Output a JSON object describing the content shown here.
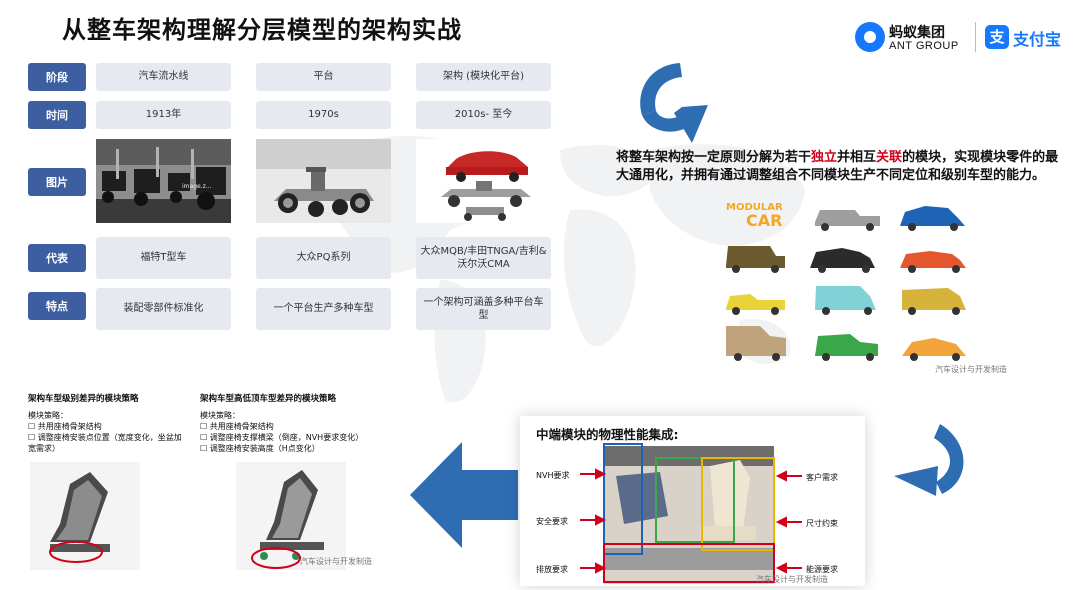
{
  "title": "从整车架构理解分层模型的架构实战",
  "logos": {
    "ant_cn": "蚂蚁集团",
    "ant_en": "ANT GROUP",
    "alipay_glyph": "支",
    "alipay": "支付宝",
    "brand_color": "#1677ff"
  },
  "table": {
    "labels": [
      "阶段",
      "时间",
      "图片",
      "代表",
      "特点"
    ],
    "columns": [
      {
        "stage": "汽车流水线",
        "time": "1913年",
        "representative": "福特T型车",
        "feature": "装配零部件标准化",
        "photo_caption": "image.z..."
      },
      {
        "stage": "平台",
        "time": "1970s",
        "representative": "大众PQ系列",
        "feature": "一个平台生产多种车型"
      },
      {
        "stage": "架构 (模块化平台)",
        "time": "2010s- 至今",
        "representative": "大众MQB/丰田TNGA/吉利&沃尔沃CMA",
        "feature": "一个架构可涵盖多种平台车型"
      }
    ],
    "label_color": "#3e5ea2",
    "cell_color": "#e6e9f0"
  },
  "description": {
    "part1": "将整车架构按一定原则分解为若干",
    "hl1": "独立",
    "part2": "并相互",
    "hl2": "关联",
    "part3": "的模块，实现模块零件的最大通用化，并拥有通过调整组合不同模块生产不同定位和级别车型的能力。",
    "highlight_color": "#d0021b"
  },
  "modular_car": {
    "logo_line1": "MODULAR",
    "logo_line2": "CAR",
    "watermark": "汽车设计与开发制造"
  },
  "left_panel": {
    "title": "架构车型级别差异的模块策略",
    "strategy_label": "模块策略：",
    "items": [
      "共用座椅骨架结构",
      "调整座椅安装点位置（宽度变化，坐盆加宽需求）"
    ]
  },
  "mid_panel": {
    "title": "架构车型高低顶车型差异的模块策略",
    "strategy_label": "模块策略：",
    "items": [
      "共用座椅骨架结构",
      "调整座椅支撑横梁（倒座，NVH要求变化）",
      "调整座椅安装高度（H点变化）"
    ],
    "watermark": "汽车设计与开发制造"
  },
  "physical": {
    "title": "中端模块的物理性能集成:",
    "left_reqs": [
      "NVH要求",
      "安全要求",
      "排放要求"
    ],
    "right_reqs": [
      "客户需求",
      "尺寸约束",
      "能源要求"
    ],
    "watermark": "汽车设计与开发制造"
  },
  "arrow_color": "#2f6db3"
}
